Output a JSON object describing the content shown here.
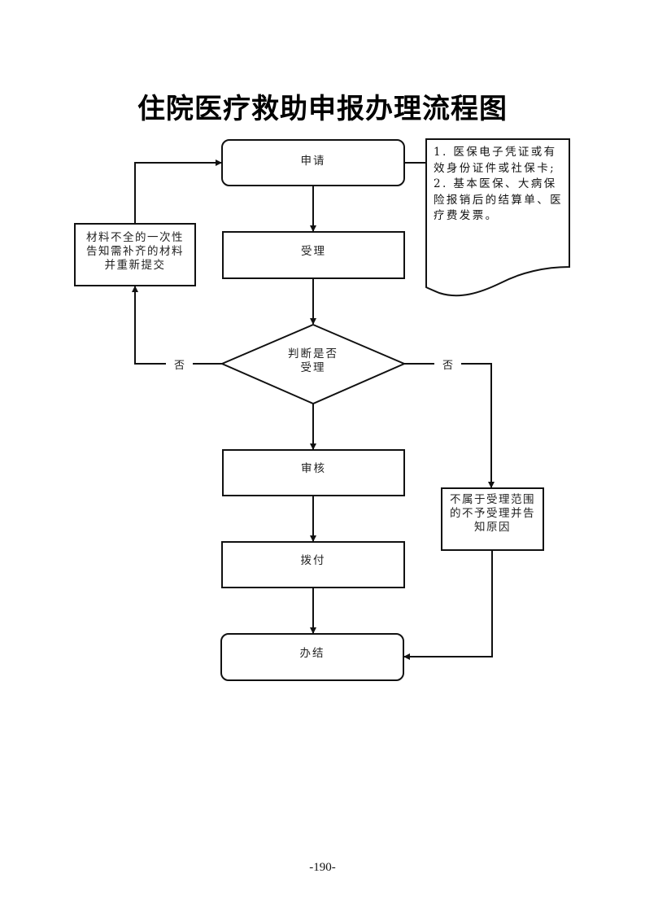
{
  "title": "住院医疗救助申报办理流程图",
  "nodes": {
    "apply": "申请",
    "accept": "受理",
    "decision_line1": "判断是否",
    "decision_line2": "受理",
    "review": "审核",
    "payment": "拨付",
    "complete": "办结",
    "incomplete_materials": "材料不全的一次性告知需补齐的材料并重新提交",
    "not_in_scope": "不属于受理范围的不予受理并告知原因"
  },
  "document": {
    "item1": "1. 医保电子凭证或有效身份证件或社保卡;",
    "item2": "2. 基本医保、大病保险报销后的结算单、医疗费发票。"
  },
  "branch_labels": {
    "left_no": "否",
    "right_no": "否"
  },
  "page_number": "-190-"
}
